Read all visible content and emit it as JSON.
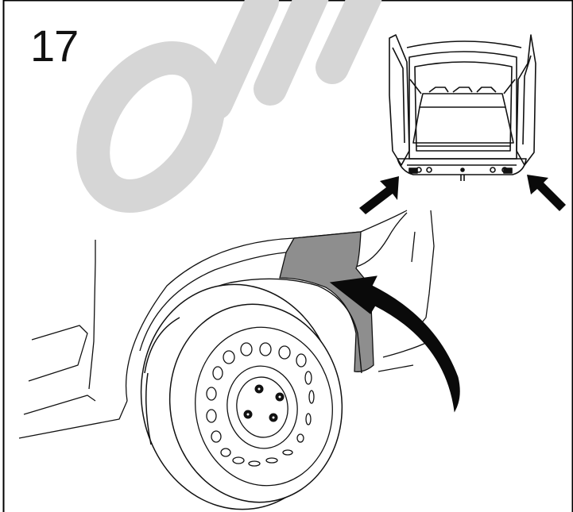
{
  "step_number": "17",
  "watermark": "Oliit",
  "colors": {
    "line": "#111111",
    "panel_fill": "#8e8e8e",
    "arrow": "#0a0a0a",
    "watermark": "#d6d6d6",
    "border": "#000000",
    "background": "#ffffff"
  },
  "icons": [
    "pointer-arrow-left",
    "pointer-arrow-right",
    "curved-arrow"
  ]
}
